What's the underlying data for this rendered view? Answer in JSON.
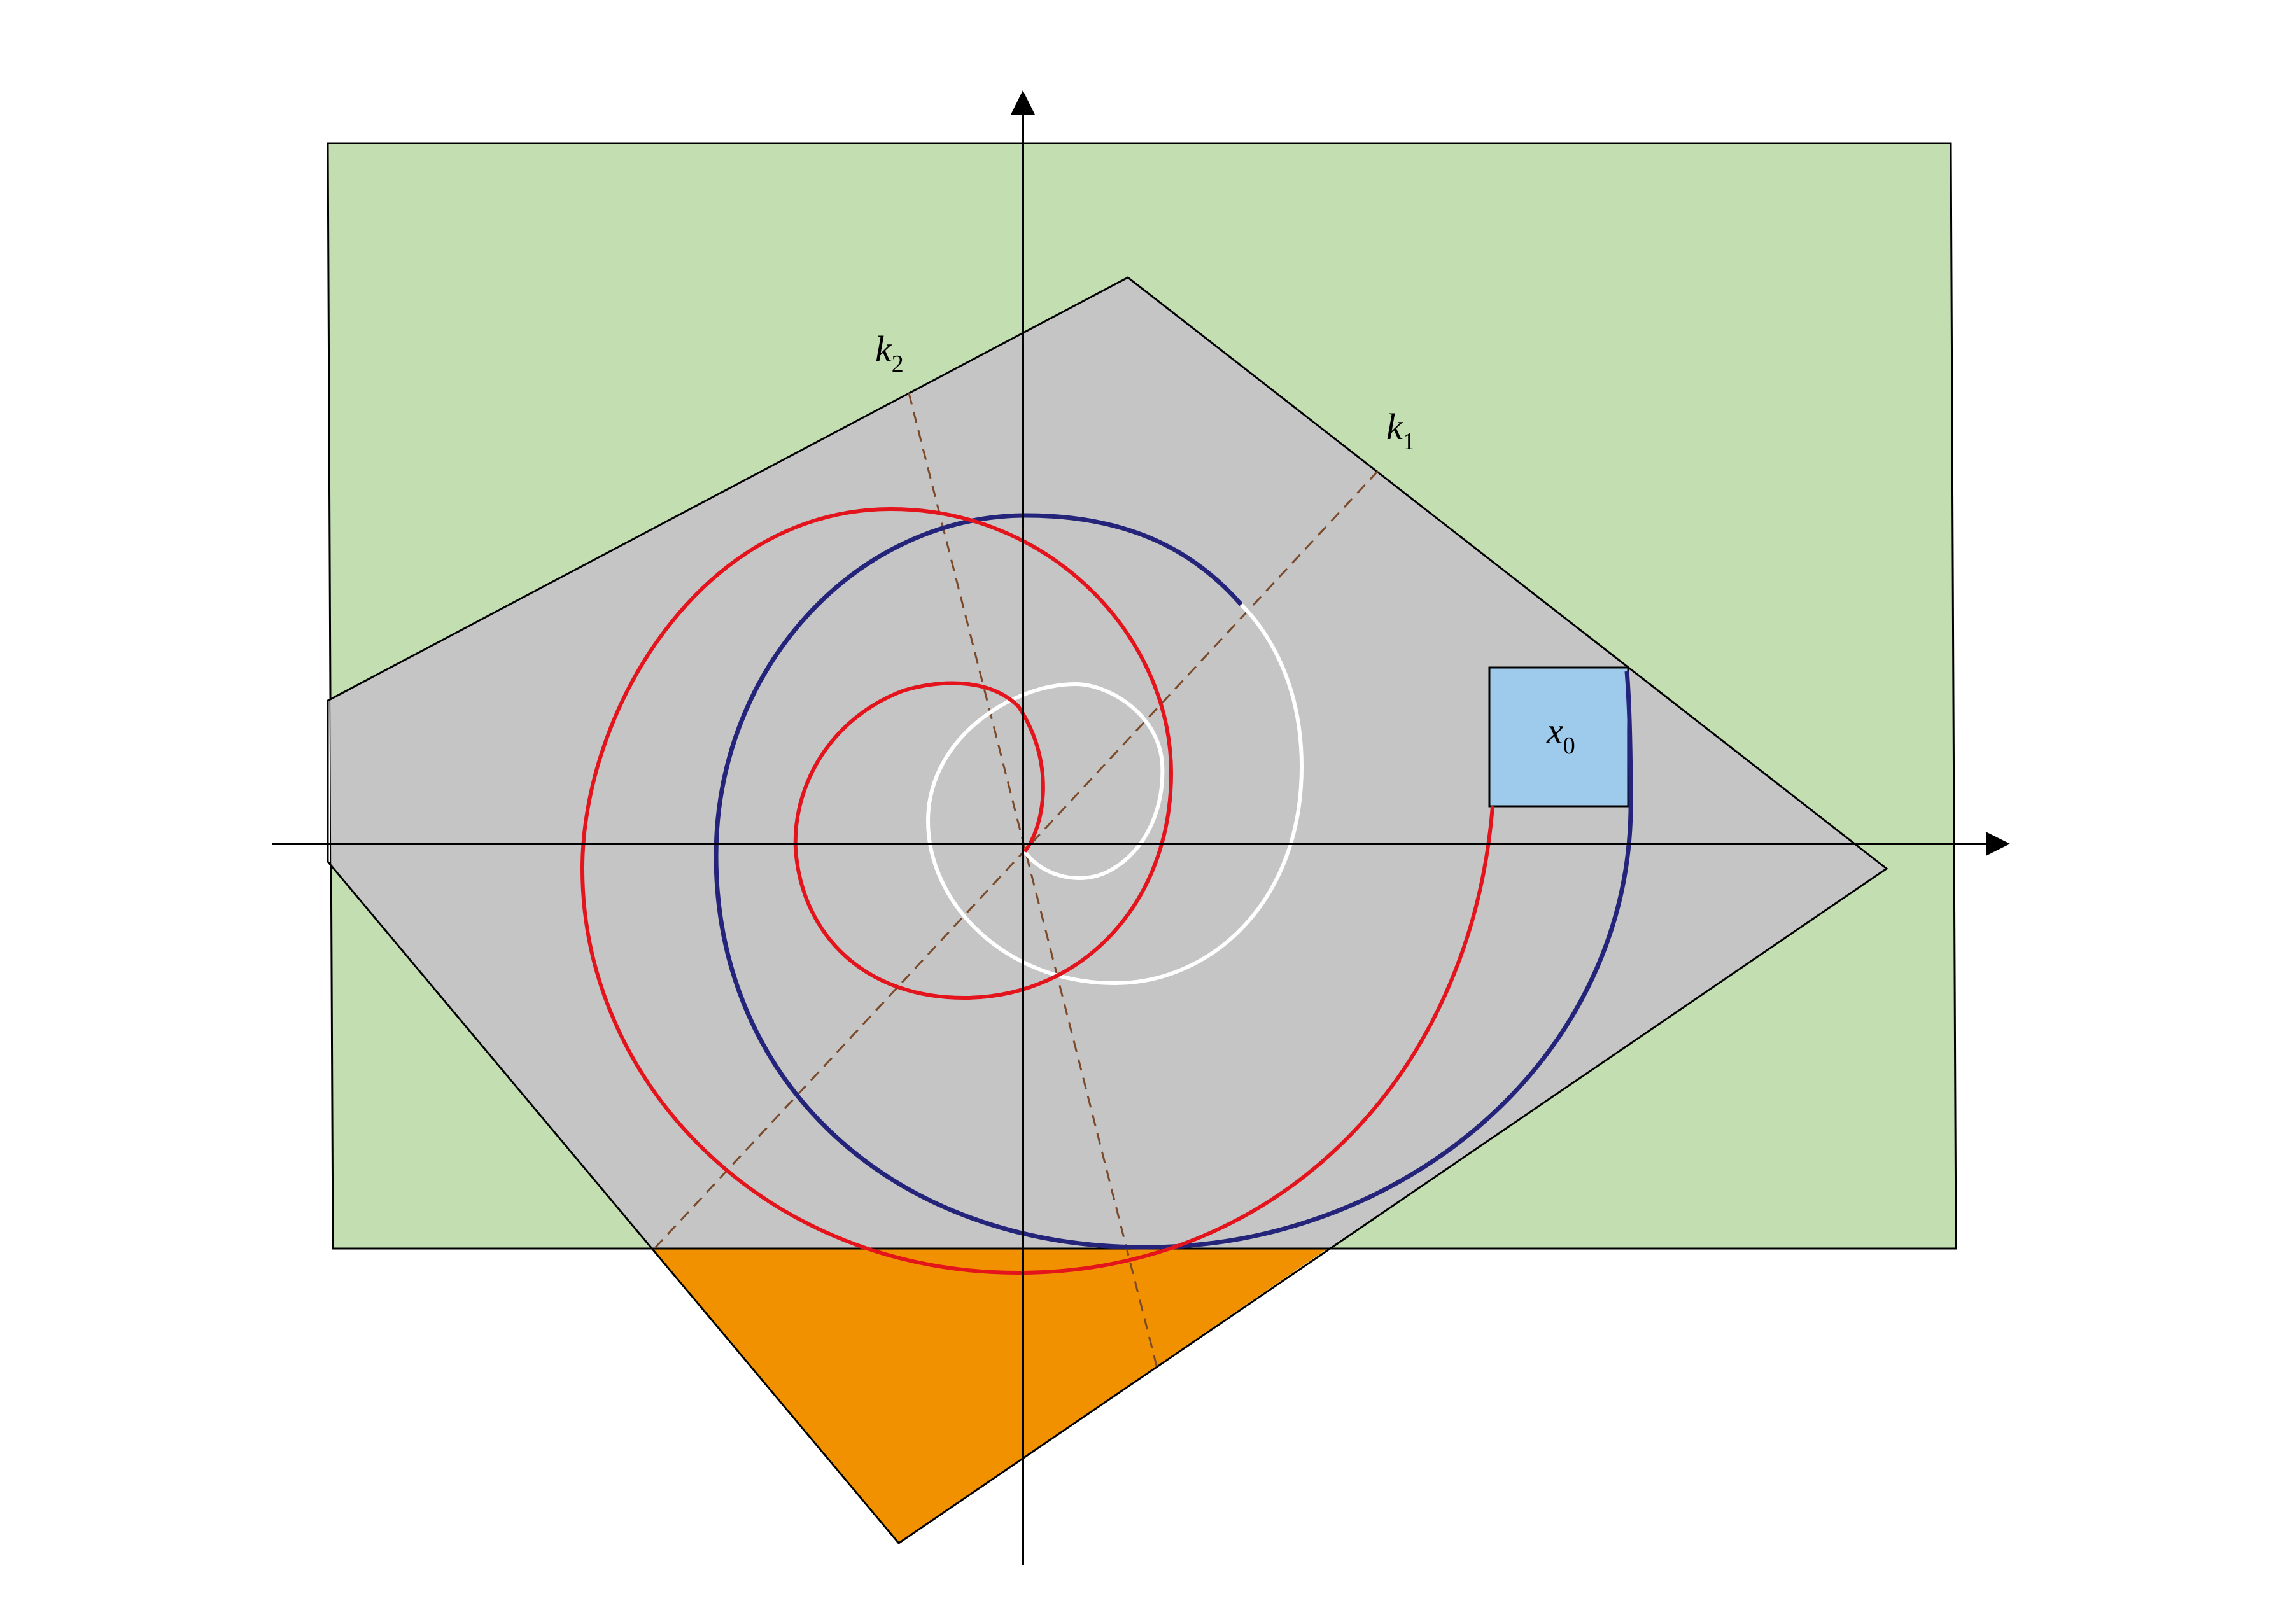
{
  "colors": {
    "outer_region": "#c3deb0",
    "gray_region": "#c5c5c5",
    "orange_region": "#f29100",
    "target_box": "#9ecbec",
    "red_trajectory": "#e3141c",
    "blue_trajectory": "#24247a",
    "white_trajectory": "#ffffff",
    "dashed_lines": "#7a4a2a",
    "axes": "#000000"
  },
  "labels": {
    "k1": {
      "base": "k",
      "sub": "1"
    },
    "k2": {
      "base": "k",
      "sub": "2"
    },
    "x0": {
      "base": "x",
      "sub": "0"
    }
  },
  "icons": {
    "x_axis_arrow": "arrow-right-icon",
    "y_axis_arrow": "arrow-up-icon"
  }
}
